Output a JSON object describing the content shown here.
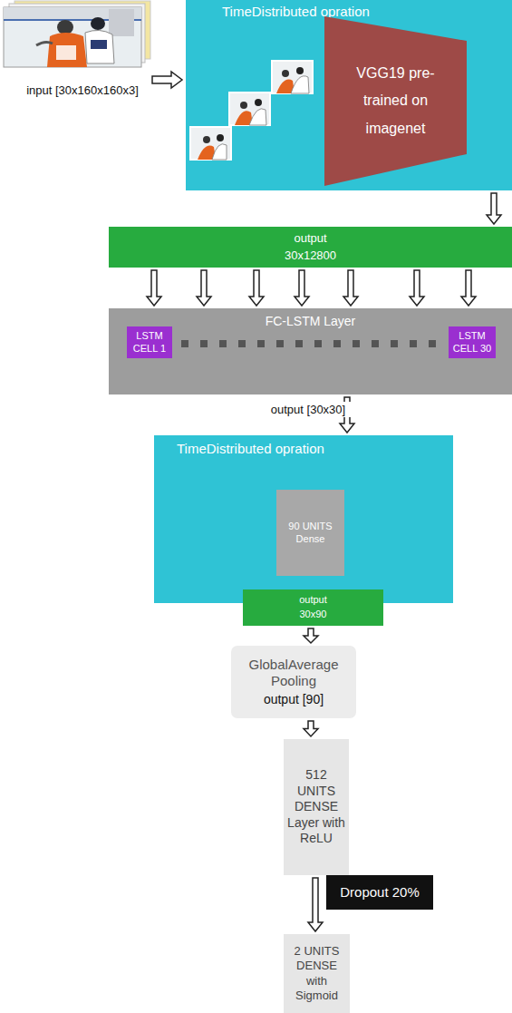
{
  "diagram": {
    "nodes": [
      {
        "text": [
          "TimeDistributed opration"
        ]
      },
      {
        "text": [
          "VGG19 pre-trained on imagenet"
        ],
        "in": 0
      },
      {
        "text": [
          "output",
          "30x12800"
        ]
      },
      {
        "text": [
          "FC-LSTM Layer"
        ]
      },
      {
        "text": [
          "LSTM CELL 1"
        ],
        "in": 3
      },
      {
        "text": [
          "LSTM CELL 30"
        ],
        "in": 3
      },
      {
        "text": [
          "TimeDistributed opration"
        ]
      },
      {
        "text": [
          "90 UNITS Dense"
        ],
        "in": 6
      },
      {
        "text": [
          "output",
          "30x90"
        ]
      },
      {
        "text": [
          "GlobalAverage Pooling",
          "output [90]"
        ]
      },
      {
        "text": [
          "512 UNITS DENSE Layer with ReLU"
        ]
      },
      {
        "text": [
          "Dropout 20%"
        ]
      },
      {
        "text": [
          "2 UNITS DENSE with Sigmoid"
        ]
      }
    ],
    "edges": [
      {
        "from": 0,
        "to": 2,
        "arrow": "to"
      },
      {
        "from": 2,
        "to": 3,
        "arrow": "to"
      },
      {
        "from": 2,
        "to": 3,
        "arrow": "to"
      },
      {
        "from": 2,
        "to": 3,
        "arrow": "to"
      },
      {
        "from": 2,
        "to": 3,
        "arrow": "to"
      },
      {
        "from": 2,
        "to": 3,
        "arrow": "to"
      },
      {
        "from": 2,
        "to": 3,
        "arrow": "to"
      },
      {
        "from": 2,
        "to": 3,
        "arrow": "to"
      },
      {
        "from": 3,
        "to": 6,
        "arrow": "to"
      },
      {
        "from": 8,
        "to": 9,
        "arrow": "to"
      },
      {
        "from": 9,
        "to": 10,
        "arrow": "to"
      },
      {
        "from": 10,
        "to": 12,
        "arrow": "to"
      }
    ],
    "labels": [
      "input [30x160x160x3]",
      "output [30x30]"
    ]
  }
}
